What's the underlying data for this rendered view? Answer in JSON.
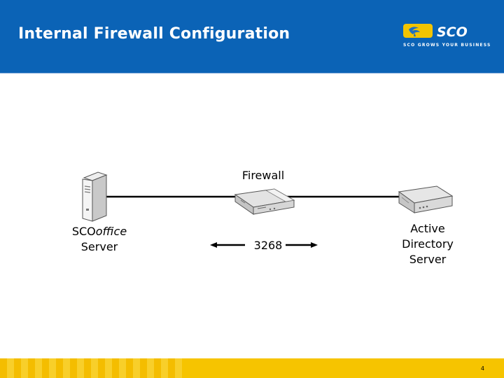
{
  "slide": {
    "title": "Internal Firewall Configuration",
    "page_number": "4"
  },
  "logo": {
    "brand": "SCO",
    "tagline": "SCO GROWS YOUR BUSINESS"
  },
  "diagram": {
    "nodes": {
      "sco_server": {
        "name_prefix": "SCO",
        "name_italic": "office",
        "line2": "Server",
        "icon": "tower-server-icon"
      },
      "firewall": {
        "label": "Firewall",
        "icon": "firewall-device-icon"
      },
      "ad_server": {
        "line1": "Active",
        "line2": "Directory",
        "line3": "Server",
        "icon": "desktop-server-icon"
      }
    },
    "connection": {
      "port": "3268",
      "direction": "bidirectional"
    }
  },
  "colors": {
    "header_blue": "#0b63b6",
    "footer_yellow": "#f6c400",
    "logo_gold": "#f2c400"
  }
}
